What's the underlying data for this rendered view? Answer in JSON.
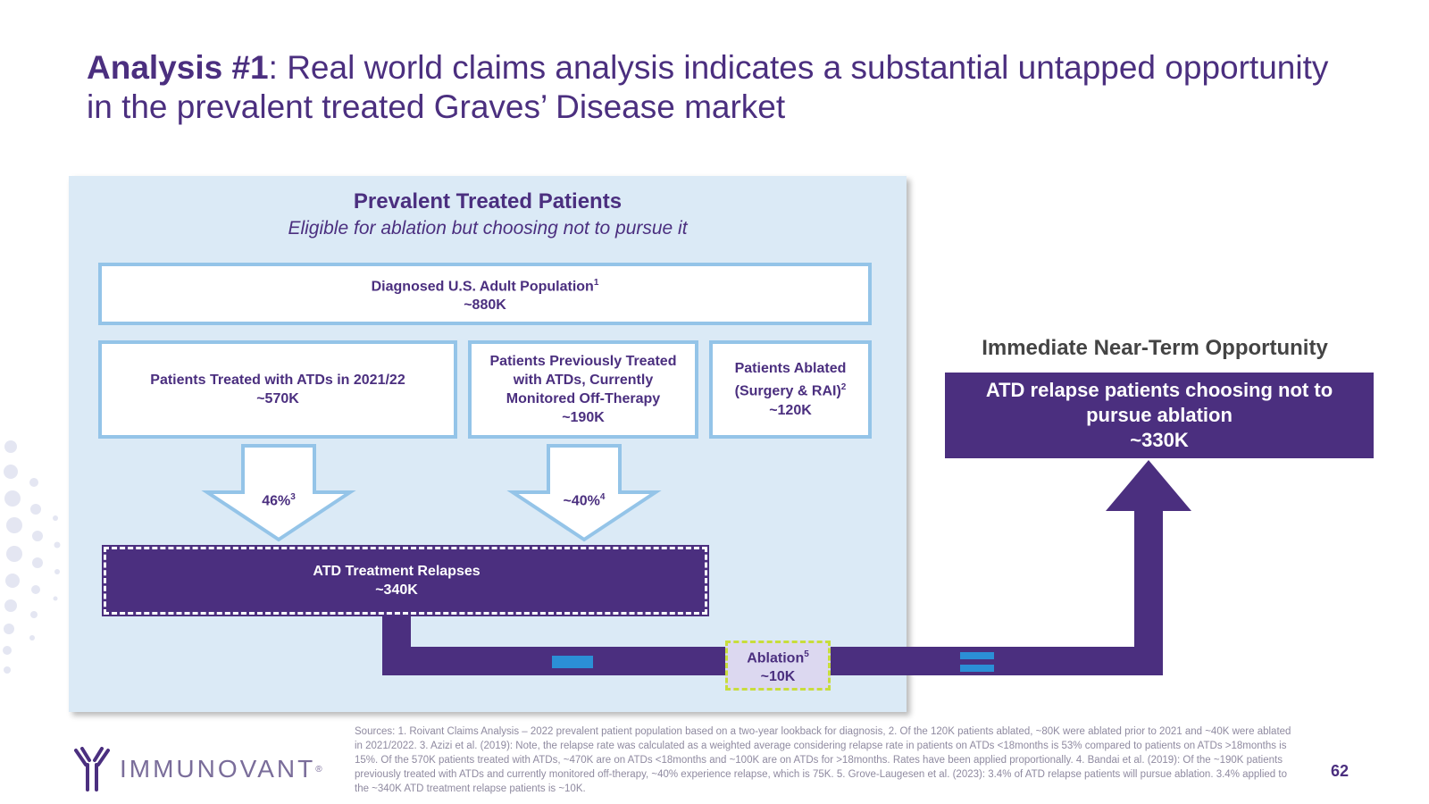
{
  "title": {
    "bold": "Analysis #1",
    "rest": ": Real world claims analysis indicates a substantial untapped opportunity in the prevalent treated Graves’ Disease market"
  },
  "panel": {
    "title": "Prevalent Treated Patients",
    "subtitle": "Eligible for ablation but choosing not to pursue it"
  },
  "diagnosed": {
    "label": "Diagnosed U.S. Adult Population",
    "sup": "1",
    "value": "~880K"
  },
  "treated": {
    "label": "Patients Treated with ATDs in 2021/22",
    "value": "~570K"
  },
  "previous": {
    "line1": "Patients Previously Treated",
    "line2": "with ATDs, Currently",
    "line3": "Monitored Off-Therapy",
    "value": "~190K"
  },
  "ablated": {
    "line1": "Patients Ablated",
    "line2": "(Surgery & RAI)",
    "sup": "2",
    "value": "~120K"
  },
  "arrow1": {
    "label": "46%",
    "sup": "3"
  },
  "arrow2": {
    "label": "~40%",
    "sup": "4"
  },
  "relapse": {
    "label": "ATD Treatment Relapses",
    "value": "~340K"
  },
  "ablation": {
    "label": "Ablation",
    "sup": "5",
    "value": "~10K"
  },
  "opportunity": {
    "title": "Immediate Near-Term Opportunity",
    "line1": "ATD relapse patients choosing not to",
    "line2": "pursue ablation",
    "value": "~330K"
  },
  "logo": {
    "text": "IMMUNOVANT",
    "reg": "®"
  },
  "sources": "Sources: 1. Roivant Claims Analysis – 2022 prevalent patient population based on a two-year lookback for diagnosis, 2. Of the 120K patients ablated, ~80K were ablated prior to 2021 and ~40K were ablated in 2021/2022. 3. Azizi et al. (2019): Note, the relapse rate was calculated as a weighted average considering relapse rate in patients on ATDs <18months is 53% compared to patients on ATDs >18months is 15%. Of the 570K patients treated with ATDs, ~470K are on ATDs <18months and ~100K are on ATDs for >18months. Rates have been applied proportionally. 4. Bandai et al. (2019): Of the ~190K patients previously treated with ATDs and currently monitored off-therapy, ~40% experience relapse, which is 75K. 5. Grove-Laugesen et al. (2023): 3.4% of ATD relapse patients will pursue ablation. 3.4% applied to the ~340K ATD treatment relapse patients is ~10K.",
  "page_number": "62",
  "colors": {
    "purple": "#4b2f7f",
    "light_blue": "#94c4e8",
    "panel_bg": "#dbeaf6",
    "accent_blue": "#2b8fd6",
    "ablation_border": "#c8dd3c"
  }
}
